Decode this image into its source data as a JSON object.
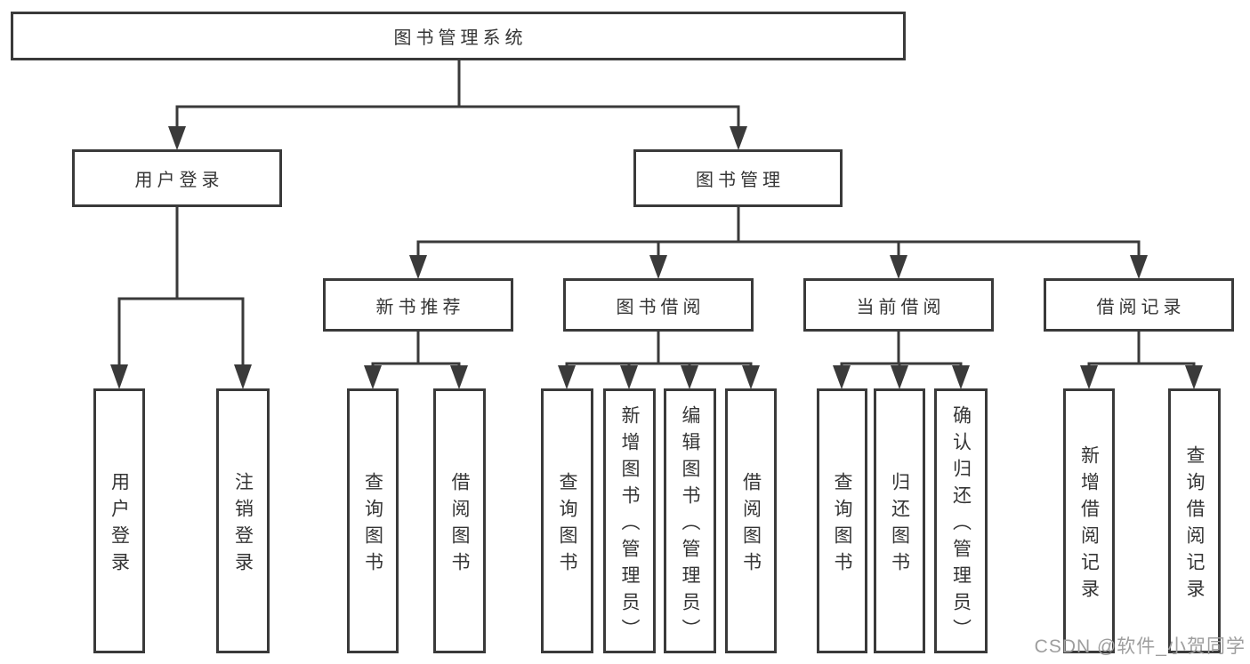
{
  "diagram": {
    "root": {
      "label": "图书管理系统",
      "children": [
        {
          "label": "用户登录",
          "children": [
            {
              "label": "用户登录"
            },
            {
              "label": "注销登录"
            }
          ]
        },
        {
          "label": "图书管理",
          "children": [
            {
              "label": "新书推荐",
              "children": [
                {
                  "label": "查询图书"
                },
                {
                  "label": "借阅图书"
                }
              ]
            },
            {
              "label": "图书借阅",
              "children": [
                {
                  "label": "查询图书"
                },
                {
                  "label": "新增图书（管理员）"
                },
                {
                  "label": "编辑图书（管理员）"
                },
                {
                  "label": "借阅图书"
                }
              ]
            },
            {
              "label": "当前借阅",
              "children": [
                {
                  "label": "查询图书"
                },
                {
                  "label": "归还图书"
                },
                {
                  "label": "确认归还（管理员）"
                }
              ]
            },
            {
              "label": "借阅记录",
              "children": [
                {
                  "label": "新增借阅记录"
                },
                {
                  "label": "查询借阅记录"
                }
              ]
            }
          ]
        }
      ]
    }
  },
  "watermark": "CSDN @软件_小贺同学",
  "colors": {
    "line": "#3a3a3a",
    "text": "#353535",
    "watermark": "#9e9e9e",
    "background": "#ffffff"
  }
}
